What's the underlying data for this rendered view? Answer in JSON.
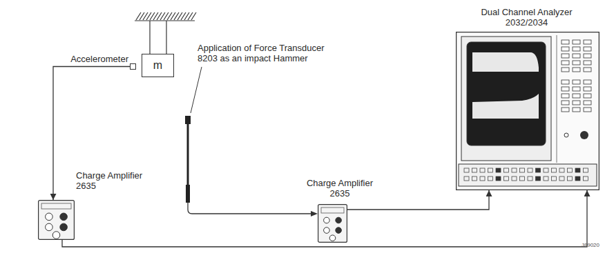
{
  "diagram": {
    "nodes": [
      {
        "text": [
          "m"
        ]
      },
      {
        "text": [
          "Accelerometer"
        ]
      },
      {
        "text": [
          "Charge Amplifier 2635"
        ]
      },
      {
        "text": [
          "Charge Amplifier 2635"
        ]
      },
      {
        "text": [
          "Dual Channel Analyzer 2032/2034"
        ]
      }
    ],
    "edges": [
      {
        "from": 1,
        "to": 2,
        "arrow": "to"
      },
      {
        "from": 2,
        "to": 4,
        "arrow": "to"
      },
      {
        "from": 3,
        "to": 4,
        "arrow": "to"
      }
    ],
    "labels": [
      "Application of Force Transducer 8203 as an impact Hammer",
      "J89020"
    ]
  }
}
